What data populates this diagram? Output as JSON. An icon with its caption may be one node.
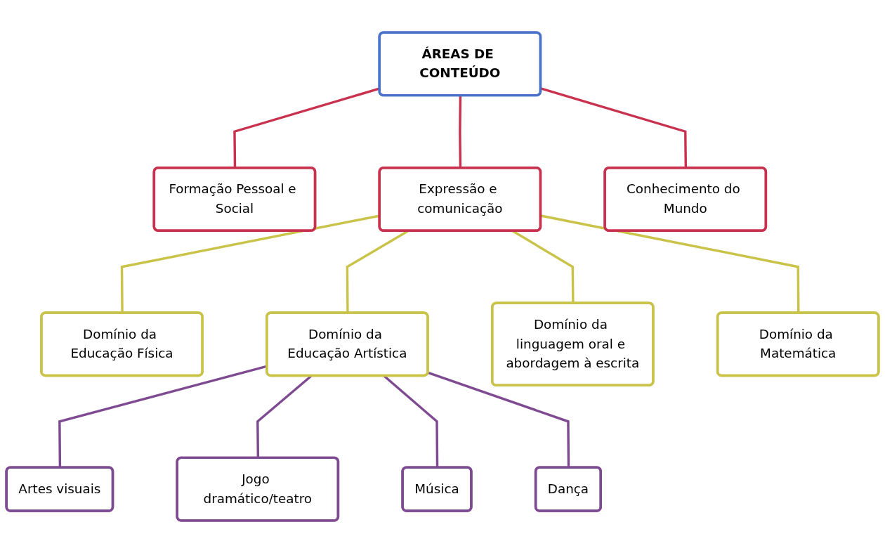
{
  "diagram": {
    "nodes": [
      {
        "text": [
          "ÁREAS DE CONTEÚDO"
        ]
      },
      {
        "text": [
          "Formação Pessoal e Social"
        ]
      },
      {
        "text": [
          "Expressão e comunicação"
        ]
      },
      {
        "text": [
          "Conhecimento do Mundo"
        ]
      },
      {
        "text": [
          "Domínio da Educação Física"
        ]
      },
      {
        "text": [
          "Domínio da Educação Artística"
        ]
      },
      {
        "text": [
          "Domínio da linguagem oral e abordagem à escrita"
        ]
      },
      {
        "text": [
          "Domínio da Matemática"
        ]
      },
      {
        "text": [
          "Artes visuais"
        ]
      },
      {
        "text": [
          "Jogo dramático/teatro"
        ]
      },
      {
        "text": [
          "Música"
        ]
      },
      {
        "text": [
          "Dança"
        ]
      }
    ],
    "edges": [
      {
        "from": 0,
        "to": 1,
        "arrow": "none",
        "color": "#c8324f"
      },
      {
        "from": 0,
        "to": 2,
        "arrow": "none",
        "color": "#c8324f"
      },
      {
        "from": 0,
        "to": 3,
        "arrow": "none",
        "color": "#c8324f"
      },
      {
        "from": 2,
        "to": 4,
        "arrow": "none",
        "color": "#c9c34a"
      },
      {
        "from": 2,
        "to": 5,
        "arrow": "none",
        "color": "#c9c34a"
      },
      {
        "from": 2,
        "to": 6,
        "arrow": "none",
        "color": "#c9c34a"
      },
      {
        "from": 2,
        "to": 7,
        "arrow": "none",
        "color": "#c9c34a"
      },
      {
        "from": 5,
        "to": 8,
        "arrow": "none",
        "color": "#7e4a91"
      },
      {
        "from": 5,
        "to": 9,
        "arrow": "none",
        "color": "#7e4a91"
      },
      {
        "from": 5,
        "to": 10,
        "arrow": "none",
        "color": "#7e4a91"
      },
      {
        "from": 5,
        "to": 11,
        "arrow": "none",
        "color": "#7e4a91"
      }
    ]
  }
}
